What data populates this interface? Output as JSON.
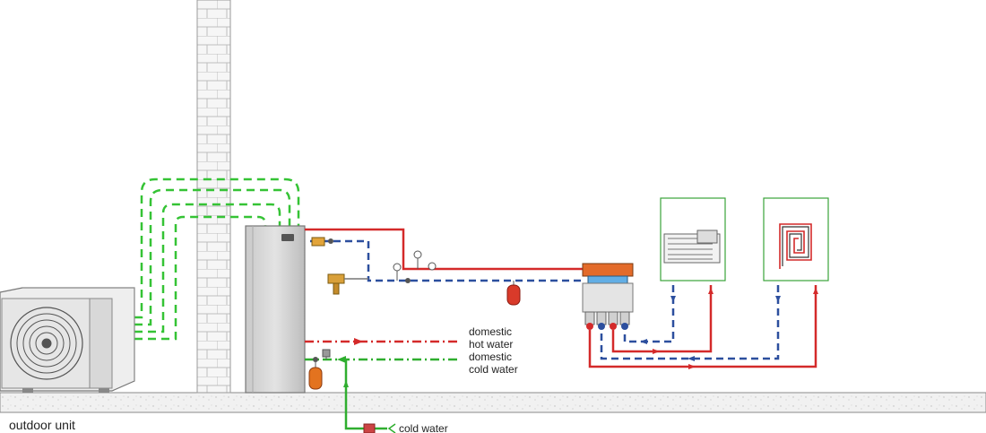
{
  "labels": {
    "outdoor_unit": "outdoor unit",
    "dhw_line1": "domestic",
    "dhw_line2": "hot water",
    "dcw_line1": "domestic",
    "dcw_line2": "cold water",
    "cold_water": "cold water"
  },
  "colors": {
    "hot": "#d42a2a",
    "cold": "#2c4f9e",
    "refrigerant": "#35c335",
    "cold_water": "#2fae2f",
    "outline": "#777777"
  },
  "components": {
    "outdoor_unit": "outdoor heat pump unit",
    "indoor_unit": "indoor hydronic unit",
    "manifold": "distribution manifold",
    "radiator_room": "radiator room",
    "underfloor_room": "underfloor heating room",
    "expansion_vessel_heating": "expansion vessel",
    "expansion_vessel_dhw": "expansion vessel"
  }
}
